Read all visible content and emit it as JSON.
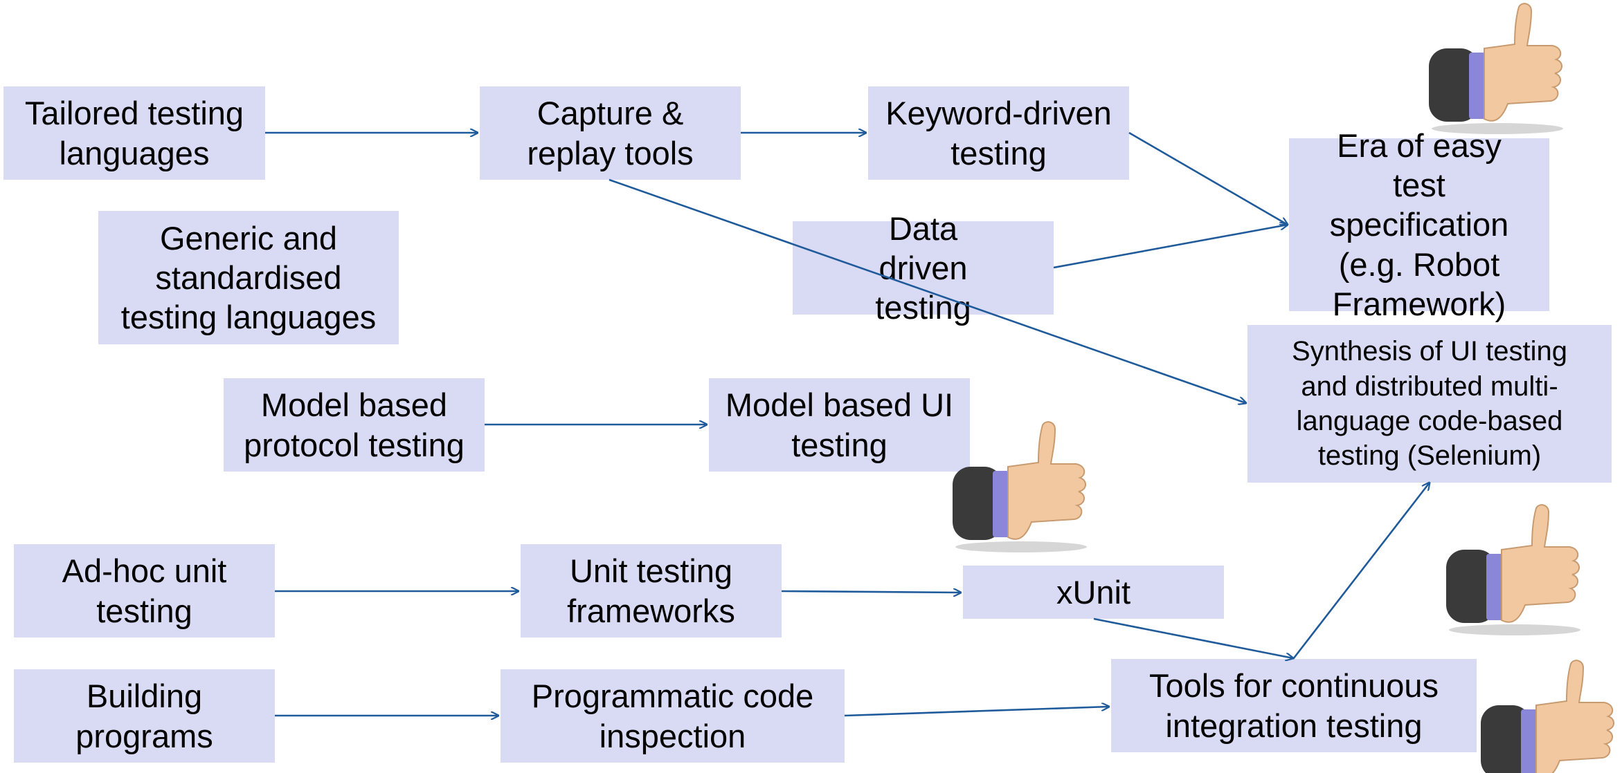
{
  "boxes": {
    "tailored": {
      "label": "Tailored testing languages"
    },
    "capture": {
      "label": "Capture & replay tools"
    },
    "keyword": {
      "label": "Keyword-driven testing"
    },
    "generic": {
      "label": "Generic and standardised testing languages"
    },
    "data_driven": {
      "label": "Data driven testing"
    },
    "era": {
      "label": "Era of easy test specification (e.g. Robot Framework)"
    },
    "synthesis": {
      "label": "Synthesis of UI testing and distributed multi-language code-based testing (Selenium)"
    },
    "model_protocol": {
      "label": "Model based protocol testing"
    },
    "model_ui": {
      "label": "Model based UI testing"
    },
    "adhoc": {
      "label": "Ad-hoc unit testing"
    },
    "unit_frameworks": {
      "label": "Unit testing frameworks"
    },
    "xunit": {
      "label": "xUnit"
    },
    "building": {
      "label": "Building programs"
    },
    "programmatic": {
      "label": "Programmatic code inspection"
    },
    "ci_tools": {
      "label": "Tools for continuous integration testing"
    }
  },
  "colors": {
    "box_fill": "#d9daf3",
    "arrow": "#1f5a9a",
    "sleeve": "#3a3a3a",
    "cuff": "#8a86d8",
    "skin": "#f2c8a0"
  },
  "icons": [
    "thumbs-up-icon",
    "thumbs-up-icon",
    "thumbs-up-icon",
    "thumbs-up-icon"
  ]
}
